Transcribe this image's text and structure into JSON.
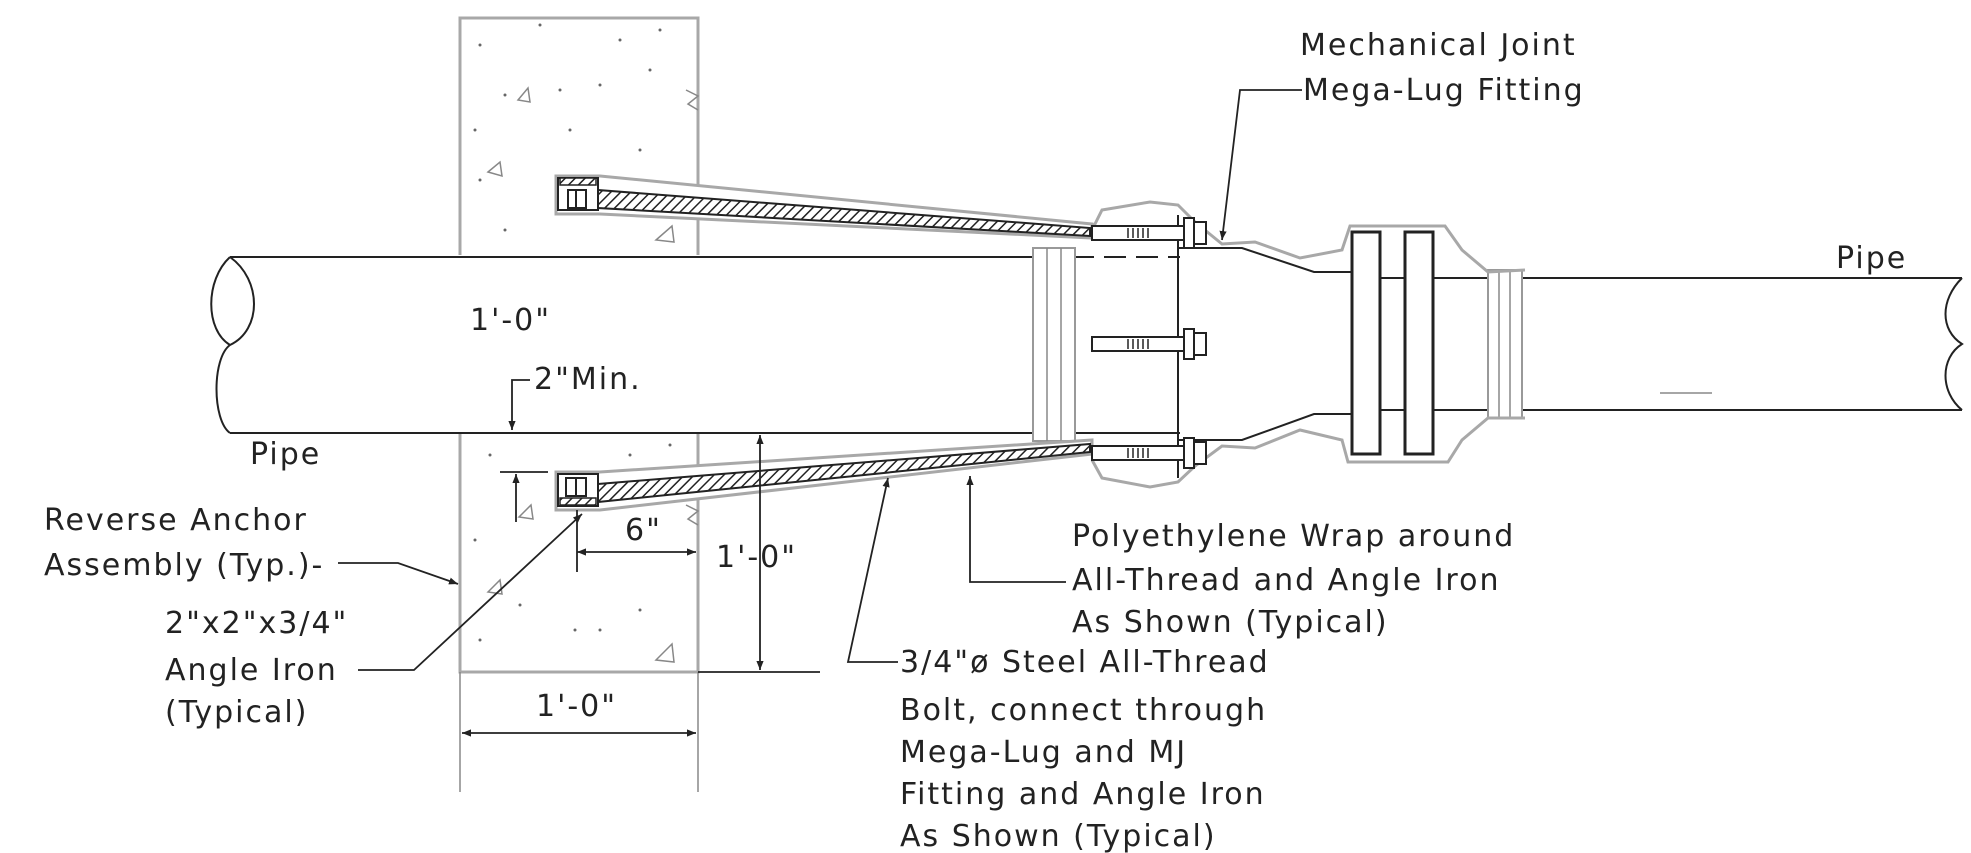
{
  "labels": {
    "mj_line1": "Mechanical Joint",
    "mj_line2": "Mega-Lug Fitting",
    "pipe_right": "Pipe",
    "pipe_left": "Pipe",
    "dim_top_block": "1'-0\"",
    "min_clearance": "2\"Min.",
    "reverse_line1": "Reverse Anchor",
    "reverse_line2": "Assembly (Typ.)-",
    "angle_line1": "2\"x2\"x3/4\"",
    "angle_line2": "Angle Iron",
    "angle_line3": "(Typical)",
    "dim_6in": "6\"",
    "dim_block_height": "1'-0\"",
    "dim_block_width": "1'-0\"",
    "poly_line1": "Polyethylene Wrap around",
    "poly_line2": "All-Thread and Angle Iron",
    "poly_line3": "As Shown (Typical)",
    "bolt_line1": "3/4\"ø Steel All-Thread",
    "bolt_line2": "Bolt, connect through",
    "bolt_line3": "Mega-Lug and MJ",
    "bolt_line4": "Fitting and Angle Iron",
    "bolt_line5": "As Shown (Typical)"
  },
  "colors": {
    "line": "#222222",
    "concrete": "#a8a8a8",
    "wrap": "#a8a8a8"
  }
}
